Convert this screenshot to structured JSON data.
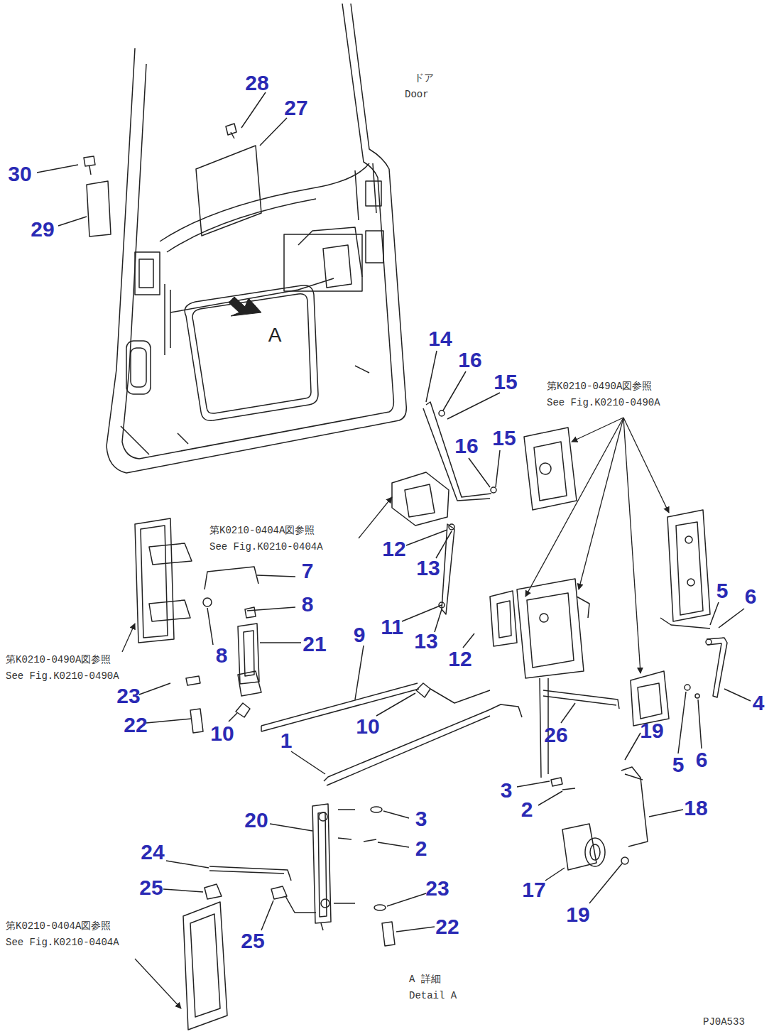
{
  "diagram": {
    "labels": [
      "ドア",
      "Door",
      "28",
      "27",
      "30",
      "29",
      "A",
      "14",
      "16",
      "15",
      "第K0210-0490A図参照",
      "See Fig.K0210-0490A",
      "16",
      "15",
      "第K0210-0404A図参照",
      "See Fig.K0210-0404A",
      "12",
      "13",
      "7",
      "8",
      "5",
      "6",
      "第K0210-0490A図参照",
      "See Fig.K0210-0490A",
      "11",
      "13",
      "12",
      "21",
      "8",
      "9",
      "23",
      "22",
      "10",
      "10",
      "1",
      "26",
      "4",
      "19",
      "5",
      "6",
      "3",
      "2",
      "18",
      "20",
      "3",
      "2",
      "23",
      "22",
      "24",
      "25",
      "25",
      "17",
      "19",
      "第K0210-0404A図参照",
      "See Fig.K0210-0404A",
      "A 詳細",
      "Detail A",
      "PJ0A533"
    ]
  }
}
